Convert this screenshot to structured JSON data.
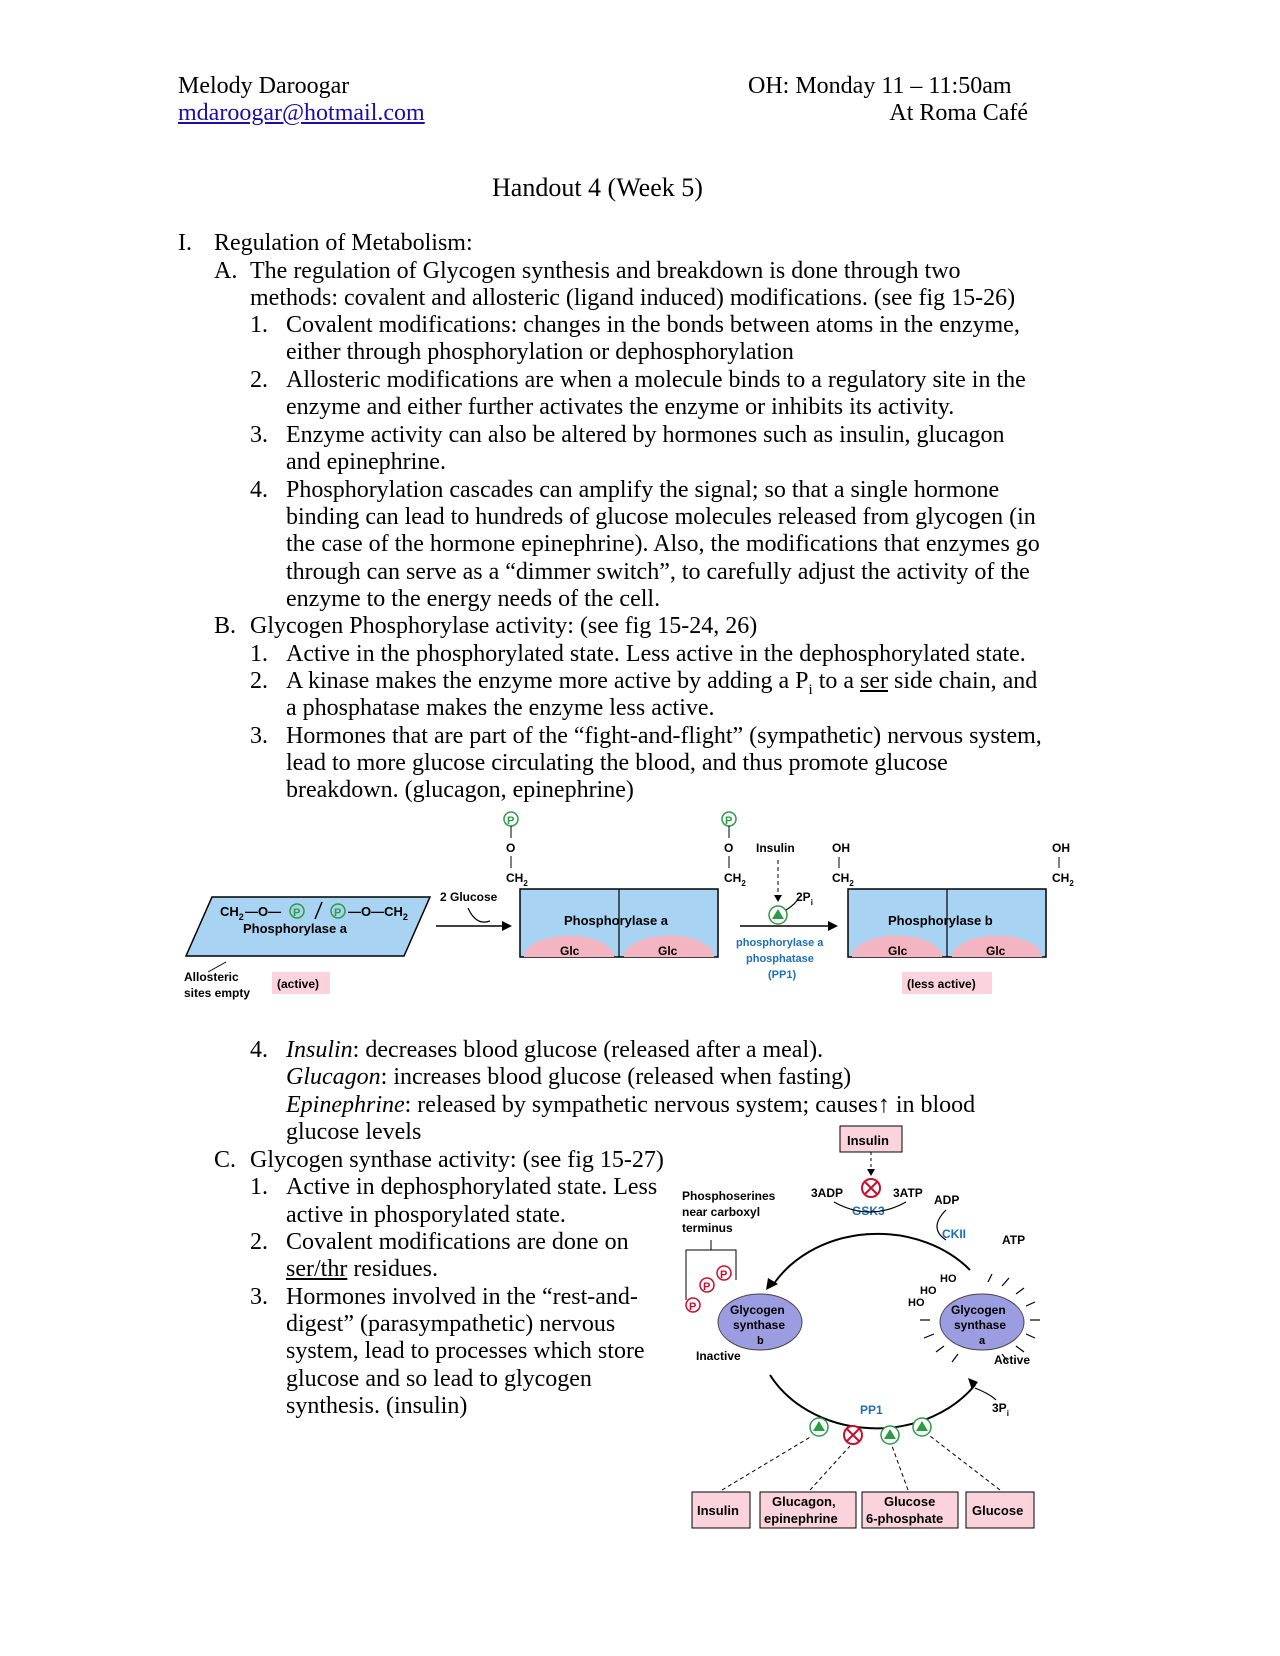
{
  "header": {
    "name": "Melody Daroogar",
    "email": "mdaroogar@hotmail.com",
    "oh": "OH: Monday 11 – 11:50am",
    "location": "At Roma Café"
  },
  "title": "Handout 4 (Week 5)",
  "section1": {
    "num": "I.",
    "heading": "Regulation of Metabolism:",
    "A": {
      "letter": "A.",
      "line1": "The regulation of Glycogen synthesis and breakdown is done through two",
      "line2": "methods: covalent and allosteric (ligand induced) modifications. (see fig 15-26)",
      "items": [
        {
          "n": "1.",
          "lines": [
            "Covalent modifications: changes in the bonds between atoms in the enzyme,",
            "either through phosphorylation or dephosphorylation"
          ]
        },
        {
          "n": "2.",
          "lines": [
            "Allosteric modifications are when a molecule binds to a regulatory site in the",
            "enzyme and either further activates the enzyme or inhibits its activity."
          ]
        },
        {
          "n": "3.",
          "lines": [
            "Enzyme activity can also be altered by hormones such as insulin, glucagon",
            "and epinephrine."
          ]
        },
        {
          "n": "4.",
          "lines": [
            "Phosphorylation cascades can amplify the signal; so that a single hormone",
            "binding can lead to hundreds of glucose molecules released from glycogen (in",
            "the case of the hormone epinephrine). Also, the modifications that enzymes go",
            "through can serve as a “dimmer switch”, to carefully adjust the activity of the",
            "enzyme to the energy needs of the cell."
          ]
        }
      ]
    },
    "B": {
      "letter": "B.",
      "heading": "Glycogen Phosphorylase activity: (see fig 15-24, 26)",
      "item1": {
        "n": "1.",
        "text": "Active in the phosphorylated state. Less active in the dephosphorylated state."
      },
      "item2": {
        "n": "2.",
        "pre": "A kinase makes the enzyme more active by adding a P",
        "sub": "i",
        "mid": " to a ",
        "ser": "ser",
        "post": " side chain, and",
        "line2": "a phosphatase makes the enzyme less active."
      },
      "item3": {
        "n": "3.",
        "lines": [
          "Hormones that are part of the “fight-and-flight” (sympathetic) nervous system,",
          "lead to more glucose circulating the blood, and thus promote glucose",
          "breakdown. (glucagon, epinephrine)"
        ]
      },
      "item4": {
        "n": "4.",
        "insulin_term": "Insulin",
        "insulin_text": ": decreases blood glucose (released after a meal).",
        "glucagon_term": "Glucagon",
        "glucagon_text": ": increases blood glucose (released when fasting)",
        "epi_term": "Epinephrine",
        "epi_text": ": released by sympathetic nervous system; causes↑ in blood",
        "epi_line2": "glucose levels"
      }
    },
    "C": {
      "letter": "C.",
      "heading": "Glycogen synthase activity: (see fig 15-27)",
      "items": [
        {
          "n": "1.",
          "lines": [
            "Active in dephosphorylated state. Less",
            "active in phosporylated state."
          ]
        },
        {
          "n": "2.",
          "lines": [
            "Covalent modifications are done on"
          ]
        },
        {
          "n": "3.",
          "lines": [
            "Hormones involved in the “rest-and-",
            "digest” (parasympathetic) nervous",
            "system, lead to processes which store",
            "glucose and so lead to glycogen",
            "synthesis. (insulin)"
          ]
        }
      ],
      "item2_ser": "ser/thr",
      "item2_rest": " residues."
    }
  },
  "figure1": {
    "p": "P",
    "o": "O",
    "ch2": "CH",
    "two": "2",
    "oh": "OH",
    "left_formula_a": "CH",
    "left_formula_b": "—O—",
    "left_formula_c": "—O—CH",
    "left_label": "Phosphorylase a",
    "two_glucose": "2 Glucose",
    "middle_label": "Phosphorylase a",
    "right_label": "Phosphorylase b",
    "glc": "Glc",
    "insulin": "Insulin",
    "two_pi": "2P",
    "pi_sub": "i",
    "enzyme_l1": "phosphorylase a",
    "enzyme_l2": "phosphatase",
    "enzyme_l3": "(PP1)",
    "allosteric_l1": "Allosteric",
    "allosteric_l2": "sites empty",
    "active": "(active)",
    "less_active": "(less active)",
    "colors": {
      "enzyme_fill": "#a9d3f2",
      "glc_fill": "#f4b5c3",
      "label_box": "#fbd3dc",
      "green": "#2e9b47",
      "red": "#c8102e",
      "blue": "#1f6fb5"
    }
  },
  "figure2": {
    "insulin_top": "Insulin",
    "three_adp": "3ADP",
    "three_atp": "3ATP",
    "gsk3": "GSK3",
    "adp": "ADP",
    "ckii": "CKII",
    "atp": "ATP",
    "phosphoserines_l1": "Phosphoserines",
    "phosphoserines_l2": "near carboxyl",
    "phosphoserines_l3": "terminus",
    "p": "P",
    "ho": "HO",
    "gs_b_l1": "Glycogen",
    "gs_b_l2": "synthase",
    "gs_b_l3": "b",
    "gs_a_l1": "Glycogen",
    "gs_a_l2": "synthase",
    "gs_a_l3": "a",
    "inactive": "Inactive",
    "active": "Active",
    "pp1": "PP1",
    "three_pi": "3P",
    "pi_sub": "i",
    "box_insulin": "Insulin",
    "box_glucagon_l1": "Glucagon,",
    "box_glucagon_l2": "epinephrine",
    "box_g6p_l1": "Glucose",
    "box_g6p_l2": "6-phosphate",
    "box_glucose": "Glucose"
  }
}
